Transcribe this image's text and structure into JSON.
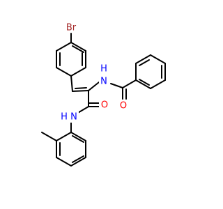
{
  "molecule": {
    "atoms": {
      "br": {
        "label": "Br",
        "color": "#a52a2a"
      },
      "nh_amide": {
        "label": "H",
        "color": "#0000ff"
      },
      "n_amide": {
        "label": "N",
        "color": "#0000ff"
      },
      "o_benzoyl": {
        "label": "O",
        "color": "#ff0000"
      },
      "nh_anilide": {
        "label": "H",
        "color": "#0000ff"
      },
      "n_anilide": {
        "label": "N",
        "color": "#0000ff"
      },
      "o_anilide": {
        "label": "O",
        "color": "#ff0000"
      }
    },
    "bond_color": "#000000"
  }
}
